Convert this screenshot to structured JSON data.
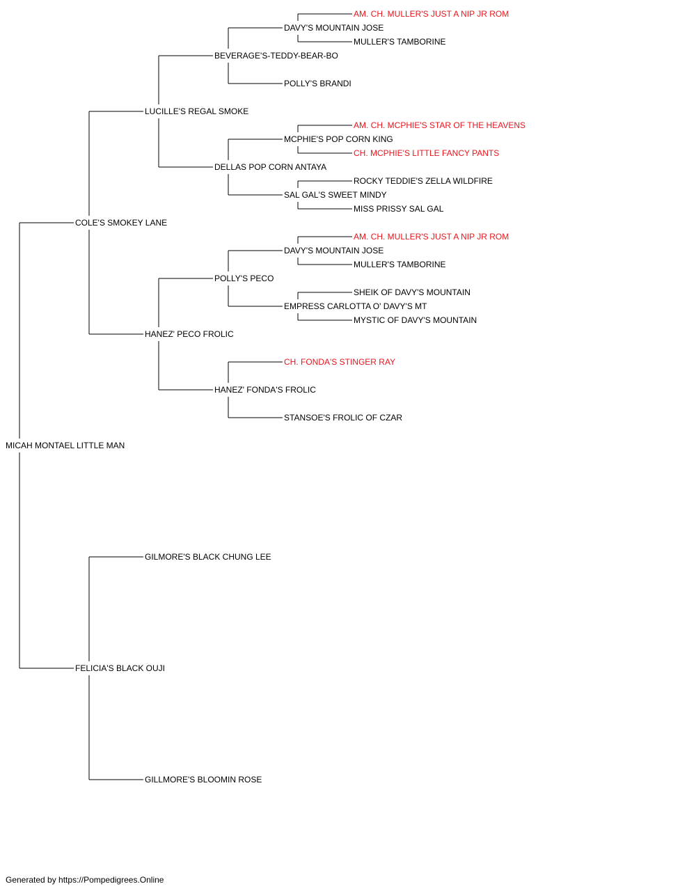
{
  "colors": {
    "text": "#000000",
    "champion": "#e8141c",
    "line": "#000000",
    "background": "#ffffff"
  },
  "pedigree": {
    "name": "MICAH MONTAEL LITTLE MAN",
    "sire": {
      "name": "COLE'S SMOKEY LANE",
      "sire": {
        "name": "LUCILLE'S REGAL SMOKE",
        "sire": {
          "name": "BEVERAGE'S-TEDDY-BEAR-BO",
          "sire": {
            "name": "DAVY'S MOUNTAIN JOSE",
            "sire": {
              "name": "AM. CH. MULLER'S JUST A NIP JR ROM",
              "champion": true
            },
            "dam": {
              "name": "MULLER'S TAMBORINE"
            }
          },
          "dam": {
            "name": "POLLY'S BRANDI"
          }
        },
        "dam": {
          "name": "DELLAS POP CORN ANTAYA",
          "sire": {
            "name": "MCPHIE'S POP CORN KING",
            "sire": {
              "name": "AM. CH. MCPHIE'S STAR OF THE HEAVENS",
              "champion": true
            },
            "dam": {
              "name": "CH. MCPHIE'S LITTLE FANCY PANTS",
              "champion": true
            }
          },
          "dam": {
            "name": "SAL GAL'S SWEET MINDY",
            "sire": {
              "name": "ROCKY TEDDIE'S ZELLA WILDFIRE"
            },
            "dam": {
              "name": "MISS PRISSY SAL GAL"
            }
          }
        }
      },
      "dam": {
        "name": "HANEZ' PECO FROLIC",
        "sire": {
          "name": "POLLY'S PECO",
          "sire": {
            "name": "DAVY'S MOUNTAIN JOSE",
            "sire": {
              "name": "AM. CH. MULLER'S JUST A NIP JR ROM",
              "champion": true
            },
            "dam": {
              "name": "MULLER'S TAMBORINE"
            }
          },
          "dam": {
            "name": "EMPRESS CARLOTTA O' DAVY'S MT",
            "sire": {
              "name": "SHEIK OF DAVY'S MOUNTAIN"
            },
            "dam": {
              "name": "MYSTIC OF DAVY'S MOUNTAIN"
            }
          }
        },
        "dam": {
          "name": "HANEZ' FONDA'S FROLIC",
          "sire": {
            "name": "CH. FONDA'S STINGER RAY",
            "champion": true
          },
          "dam": {
            "name": "STANSOE'S FROLIC OF CZAR"
          }
        }
      }
    },
    "dam": {
      "name": "FELICIA'S BLACK OUJI",
      "sire": {
        "name": "GILMORE'S BLACK CHUNG LEE"
      },
      "dam": {
        "name": "GILLMORE'S BLOOMIN ROSE"
      }
    }
  },
  "footer": {
    "text": "Generated by https://Pompedigrees.Online"
  }
}
